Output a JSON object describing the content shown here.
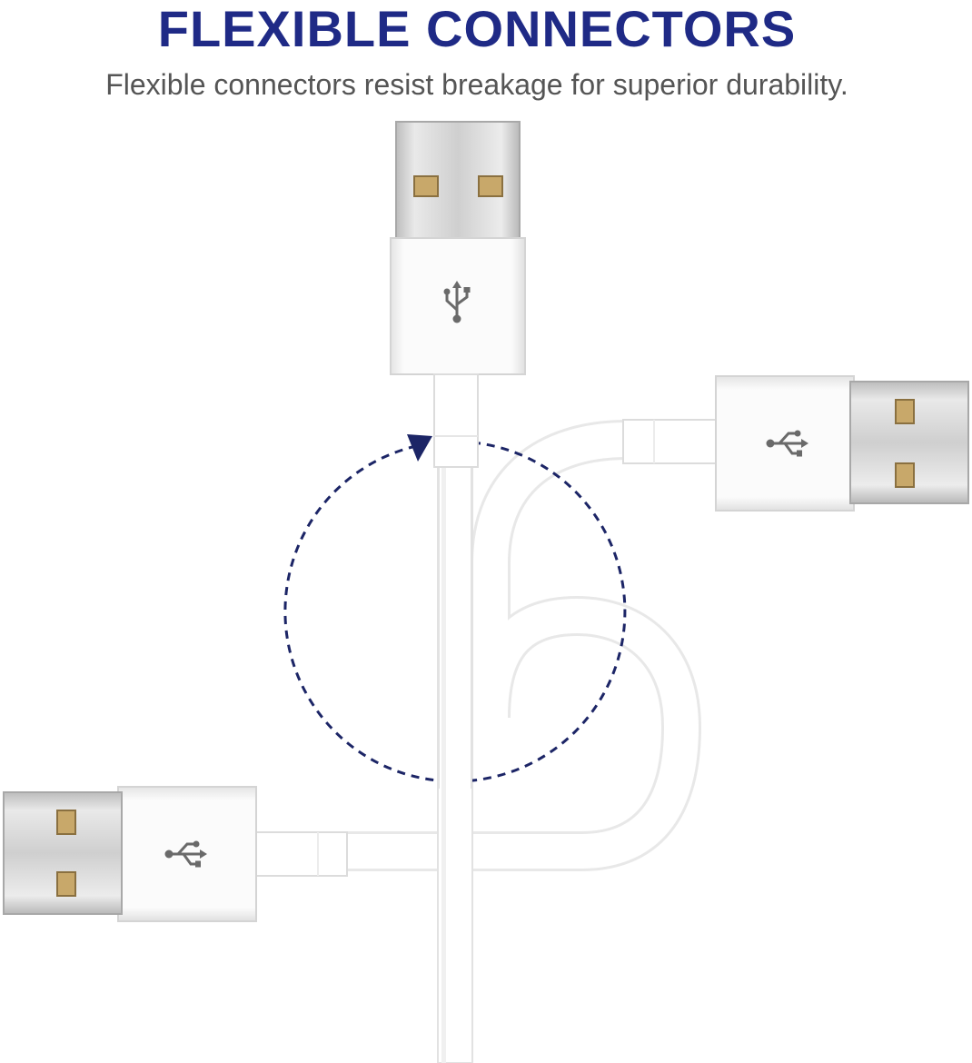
{
  "header": {
    "title": "FLEXIBLE CONNECTORS",
    "subtitle": "Flexible connectors resist breakage for superior durability."
  },
  "colors": {
    "title": "#1f2a86",
    "subtitle": "#555555",
    "arrow": "#1c2566",
    "cable": "#ffffff",
    "cable_shade": "#e6e6e6",
    "metal": "#d6d6d6",
    "contact": "#c8a86a"
  },
  "illustration": {
    "connectors": [
      {
        "position": "top",
        "icon": "usb-icon"
      },
      {
        "position": "right",
        "icon": "usb-icon"
      },
      {
        "position": "left",
        "icon": "usb-icon"
      }
    ],
    "rotation_indicator": "dashed-circular-arrow"
  }
}
